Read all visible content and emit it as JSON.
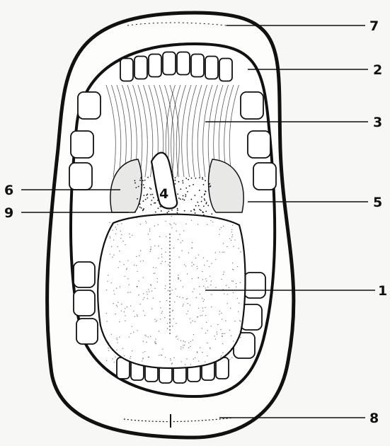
{
  "figure": {
    "subject": "open mouth (oral cavity) anatomy",
    "ink_color": "#111111",
    "paper_color": "#f7f7f5",
    "callouts": [
      {
        "id": "1",
        "label": "1"
      },
      {
        "id": "2",
        "label": "2"
      },
      {
        "id": "3",
        "label": "3"
      },
      {
        "id": "4",
        "label": "4"
      },
      {
        "id": "5",
        "label": "5"
      },
      {
        "id": "6",
        "label": "6"
      },
      {
        "id": "7",
        "label": "7"
      },
      {
        "id": "8",
        "label": "8"
      },
      {
        "id": "9",
        "label": "9"
      }
    ]
  }
}
